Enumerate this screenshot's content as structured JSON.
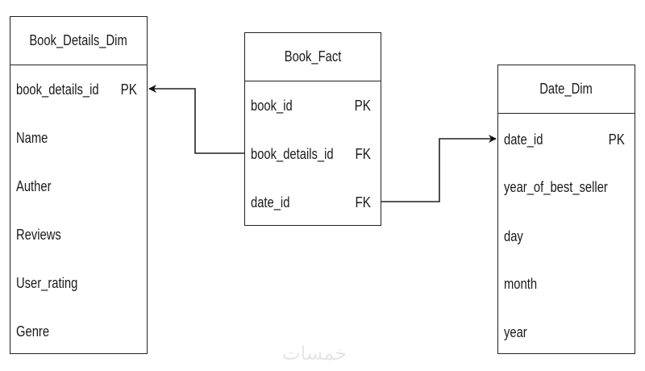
{
  "diagram": {
    "type": "star-schema-er-diagram",
    "entities": [
      {
        "id": "book_details_dim",
        "title": "Book_Details_Dim",
        "fields": [
          {
            "name": "book_details_id",
            "key": "PK"
          },
          {
            "name": "Name",
            "key": ""
          },
          {
            "name": "Auther",
            "key": ""
          },
          {
            "name": "Reviews",
            "key": ""
          },
          {
            "name": "User_rating",
            "key": ""
          },
          {
            "name": "Genre",
            "key": ""
          }
        ]
      },
      {
        "id": "book_fact",
        "title": "Book_Fact",
        "fields": [
          {
            "name": "book_id",
            "key": "PK"
          },
          {
            "name": "book_details_id",
            "key": "FK"
          },
          {
            "name": "date_id",
            "key": "FK"
          }
        ]
      },
      {
        "id": "date_dim",
        "title": "Date_Dim",
        "fields": [
          {
            "name": "date_id",
            "key": "PK"
          },
          {
            "name": "year_of_best_seller",
            "key": ""
          },
          {
            "name": "day",
            "key": ""
          },
          {
            "name": "month",
            "key": ""
          },
          {
            "name": "year",
            "key": ""
          }
        ]
      }
    ],
    "relationships": [
      {
        "from": "Book_Fact.book_details_id",
        "to": "Book_Details_Dim.book_details_id",
        "arrow": "arrow-head-at-target"
      },
      {
        "from": "Book_Fact.date_id",
        "to": "Date_Dim.date_id",
        "arrow": "arrow-head-at-target"
      }
    ],
    "colors": {
      "line": "#222222",
      "background": "#ffffff",
      "watermark": "#e6e6e6"
    }
  },
  "watermark": "خمسات"
}
